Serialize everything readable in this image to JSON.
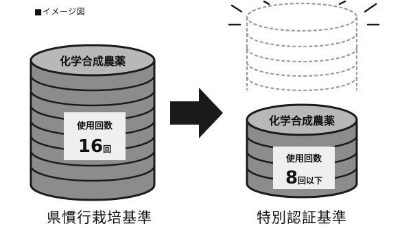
{
  "caption": "■イメージ図",
  "left_stack": {
    "top_label": "化学合成農薬",
    "box_title": "使用回数",
    "box_value": "16",
    "box_unit": "回",
    "footer": "県慣行栽培基準"
  },
  "right_stack": {
    "top_label": "化学合成農薬",
    "box_title": "使用回数",
    "box_value": "8",
    "box_unit": "回以下",
    "footer": "特別認証基準"
  },
  "colors": {
    "disk_fill": "#8c8c8c",
    "disk_top": "#b8b8b8",
    "outline": "#1a1a1a",
    "box_fill": "#efefef",
    "arrow": "#1a1a1a",
    "dashed": "#9a9a9a"
  }
}
